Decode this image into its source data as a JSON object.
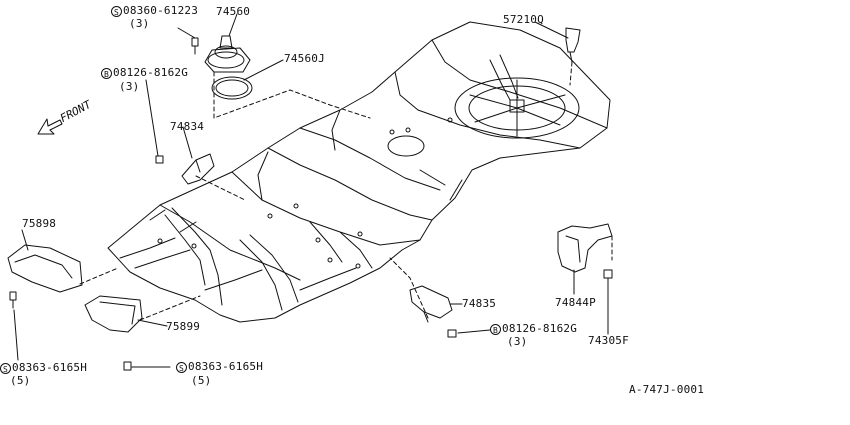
{
  "diagram": {
    "code": "A-747J-0001",
    "front_label": "FRONT"
  },
  "parts": [
    {
      "id": "s08360",
      "symbol": "S",
      "number": "08360-61223",
      "qty": "(3)"
    },
    {
      "id": "p74560",
      "number": "74560"
    },
    {
      "id": "p74560j",
      "number": "74560J"
    },
    {
      "id": "b08126a",
      "symbol": "B",
      "number": "08126-8162G",
      "qty": "(3)"
    },
    {
      "id": "p74834",
      "number": "74834"
    },
    {
      "id": "p57210q",
      "number": "57210Q"
    },
    {
      "id": "p75898",
      "number": "75898"
    },
    {
      "id": "s08363a",
      "symbol": "S",
      "number": "08363-6165H",
      "qty": "(5)"
    },
    {
      "id": "p75899",
      "number": "75899"
    },
    {
      "id": "s08363b",
      "symbol": "S",
      "number": "08363-6165H",
      "qty": "(5)"
    },
    {
      "id": "p74835",
      "number": "74835"
    },
    {
      "id": "b08126b",
      "symbol": "B",
      "number": "08126-8162G",
      "qty": "(3)"
    },
    {
      "id": "p74844p",
      "number": "74844P"
    },
    {
      "id": "p74305f",
      "number": "74305F"
    }
  ]
}
